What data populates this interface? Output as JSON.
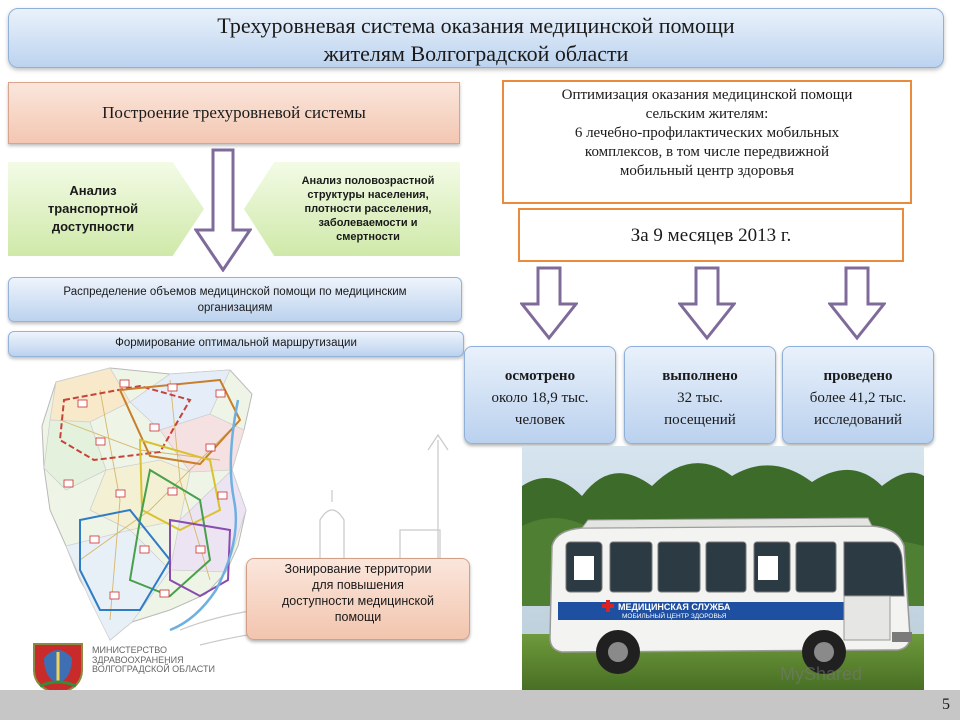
{
  "title": {
    "line1": "Трехуровневая система оказания медицинской помощи",
    "line2": "жителям Волгоградской области"
  },
  "build": "Построение трехуровневой системы",
  "transport": {
    "line1": "Анализ",
    "line2": "транспортной",
    "line3": "доступности"
  },
  "population": {
    "line1": "Анализ половозрастной",
    "line2": "структуры населения,",
    "line3": "плотности расселения,",
    "line4": "заболеваемости и",
    "line5": "смертности"
  },
  "distribution": {
    "line1": "Распределение объемов медицинской помощи по медицинским",
    "line2": "организациям"
  },
  "routing": "Формирование оптимальной маршрутизации",
  "zoning": {
    "line1": "Зонирование территории",
    "line2": "для повышения",
    "line3": "доступности медицинской",
    "line4": "помощи"
  },
  "ministry": {
    "line1": "МИНИСТЕРСТВО",
    "line2": "ЗДРАВООХРАНЕНИЯ",
    "line3": "ВОЛГОГРАДСКОЙ ОБЛАСТИ"
  },
  "optimization": {
    "line1": "Оптимизация оказания медицинской помощи",
    "line2": "сельским жителям:",
    "line3": "6 лечебно-профилактических мобильных",
    "line4": "комплексов, в том числе передвижной",
    "line5": "мобильный центр здоровья"
  },
  "period": "За 9 месяцев 2013 г.",
  "stats": [
    {
      "head": "осмотрено",
      "line1": "около 18,9 тыс.",
      "line2": "человек"
    },
    {
      "head": "выполнено",
      "line1": "32 тыс.",
      "line2": "посещений"
    },
    {
      "head": "проведено",
      "line1": "более 41,2 тыс.",
      "line2": "исследований"
    }
  ],
  "bus": {
    "service": "МЕДИЦИНСКАЯ СЛУЖБА",
    "center": "МОБИЛЬНЫЙ ЦЕНТР ЗДОРОВЬЯ"
  },
  "watermark": "MyShared",
  "page_number": "5",
  "colors": {
    "orange_border": "#e88b3c",
    "arrow_fill": "#ffffff",
    "arrow_stroke": "#7f6b9a",
    "blue_box": "#bcd2ee",
    "peach_box": "#f3c7b2",
    "green_box": "#cfe9a9"
  }
}
